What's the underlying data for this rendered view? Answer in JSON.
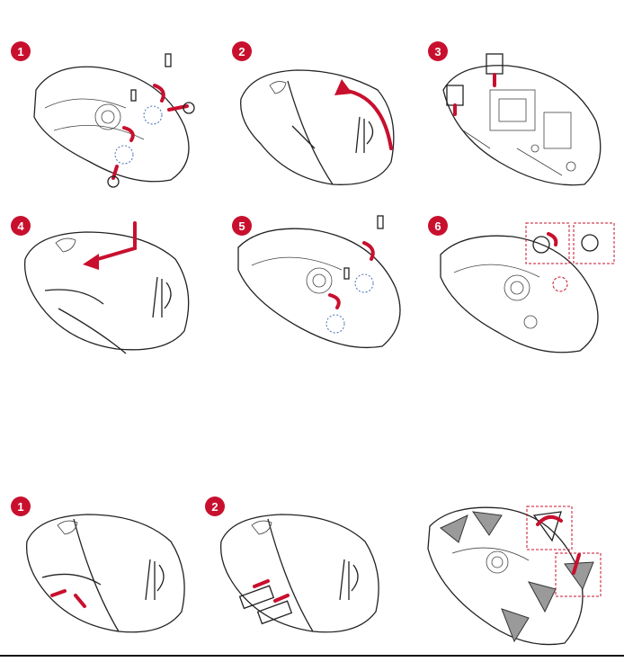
{
  "steps_top": [
    "1",
    "2",
    "3",
    "4",
    "5",
    "6"
  ],
  "steps_bottom": [
    "1",
    "2"
  ],
  "colors": {
    "accent": "#c8102e",
    "outline": "#222222",
    "pad": "#9a9a9a"
  },
  "icons": [
    "step-badge",
    "mouse-bottom",
    "mouse-top",
    "screw-icon",
    "rotate-arrow-icon",
    "switch-icon",
    "mouse-feet-icon"
  ]
}
